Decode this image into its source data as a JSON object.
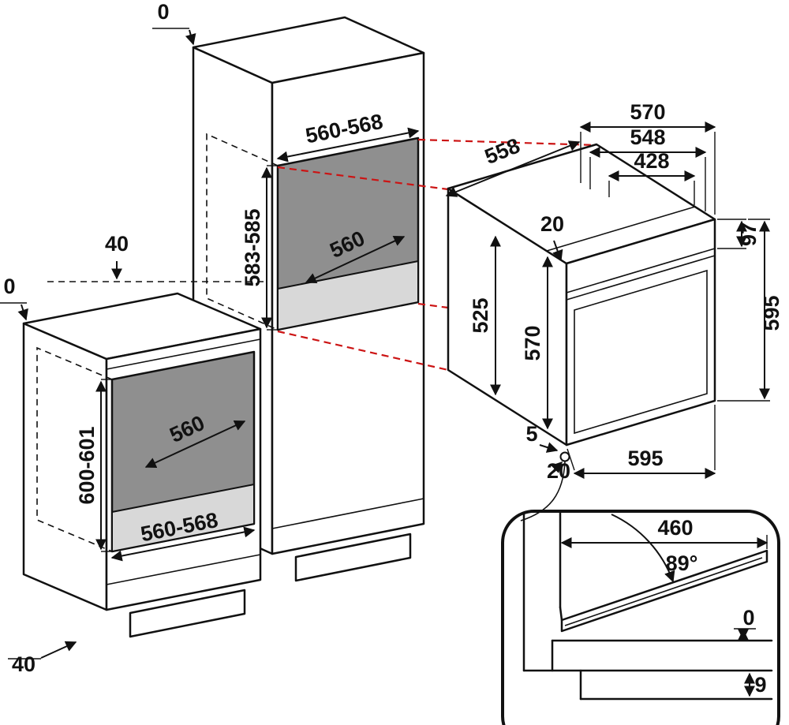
{
  "colors": {
    "line": "#111111",
    "projection": "#cc1414",
    "niche_back": "#8f8f8f",
    "niche_floor": "#d8d8d8"
  },
  "tall_unit": {
    "top_clearance": "0",
    "niche_width": "560-568",
    "niche_height": "583-585",
    "niche_depth": "560",
    "side_clearance": "40"
  },
  "base_unit": {
    "wall_clearance": "0",
    "niche_depth": "560",
    "niche_height": "600-601",
    "niche_width": "560-568",
    "plinth_clearance": "40"
  },
  "oven": {
    "top_width": "570",
    "body_width": "548",
    "inner_width": "428",
    "depth": "558",
    "top_gap": "20",
    "fascia_height": "97",
    "height": "595",
    "side_height_inner": "525",
    "side_height": "570",
    "front_gap": "5",
    "front_offset": "20",
    "width": "595"
  },
  "door_detail": {
    "door_depth": "460",
    "open_angle": "89°",
    "gap_top": "0",
    "gap_bottom": "9"
  }
}
